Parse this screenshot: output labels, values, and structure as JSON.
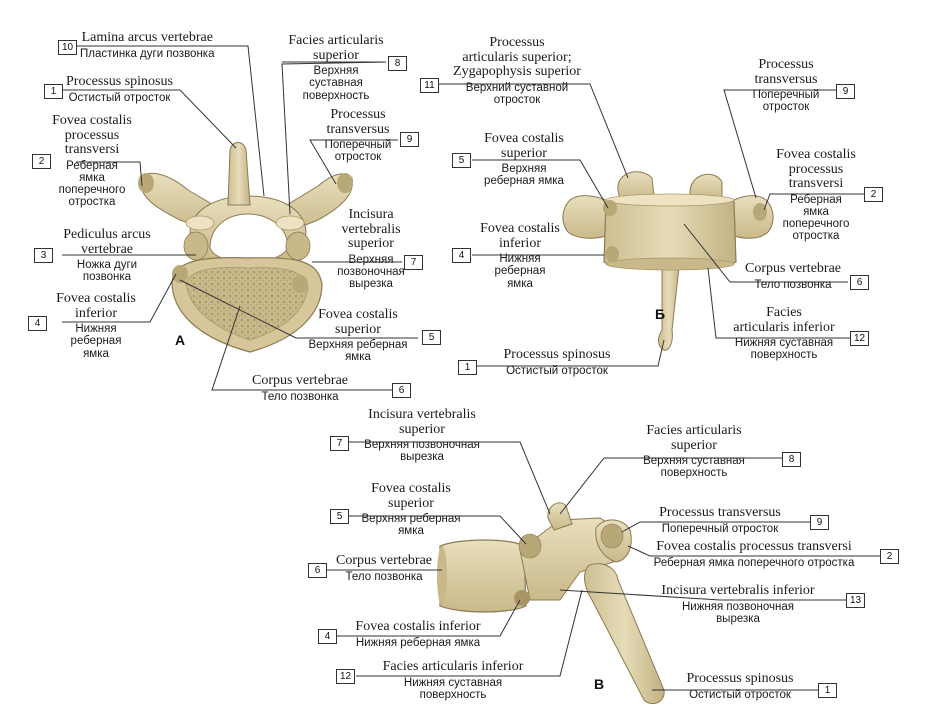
{
  "views": {
    "a": "А",
    "b": "Б",
    "c": "В"
  },
  "labels": {
    "a_lamina": {
      "num": "10",
      "lat": "Lamina arcus vertebrae",
      "ru": "Пластинка дуги позвонка"
    },
    "a_spinosus": {
      "num": "1",
      "lat": "Processus spinosus",
      "ru": "Остистый отросток"
    },
    "a_fovea_trans": {
      "num": "2",
      "lat1": "Fovea costalis",
      "lat2": "processus",
      "lat3": "transversi",
      "ru1": "Реберная",
      "ru2": "ямка",
      "ru3": "поперечного",
      "ru4": "отростка"
    },
    "a_pediculus": {
      "num": "3",
      "lat1": "Pediculus arcus",
      "lat2": "vertebrae",
      "ru1": "Ножка дуги",
      "ru2": "позвонка"
    },
    "a_fovea_inf": {
      "num": "4",
      "lat1": "Fovea costalis",
      "lat2": "inferior",
      "ru1": "Нижняя",
      "ru2": "реберная",
      "ru3": "ямка"
    },
    "a_facies_sup": {
      "num": "8",
      "lat1": "Facies articularis",
      "lat2": "superior",
      "ru1": "Верхняя",
      "ru2": "суставная",
      "ru3": "поверхность"
    },
    "a_transversus": {
      "num": "9",
      "lat1": "Processus",
      "lat2": "transversus",
      "ru1": "Поперечный",
      "ru2": "отросток"
    },
    "a_incisura": {
      "num": "7",
      "lat1": "Incisura",
      "lat2": "vertebralis",
      "lat3": "superior",
      "ru1": "Верхняя",
      "ru2": "позвоночная",
      "ru3": "вырезка"
    },
    "a_fovea_sup": {
      "num": "5",
      "lat1": "Fovea costalis",
      "lat2": "superior",
      "ru1": "Верхняя реберная",
      "ru2": "ямка"
    },
    "a_corpus": {
      "num": "6",
      "lat": "Corpus vertebrae",
      "ru": "Тело позвонка"
    },
    "b_proc_art": {
      "num": "11",
      "lat1": "Processus",
      "lat2": "articularis superior;",
      "lat3": "Zygapophysis superior",
      "ru1": "Верхний суставной",
      "ru2": "отросток"
    },
    "b_fovea_sup": {
      "num": "5",
      "lat1": "Fovea costalis",
      "lat2": "superior",
      "ru1": "Верхняя",
      "ru2": "реберная ямка"
    },
    "b_fovea_inf": {
      "num": "4",
      "lat1": "Fovea costalis",
      "lat2": "inferior",
      "ru1": "Нижняя",
      "ru2": "реберная",
      "ru3": "ямка"
    },
    "b_spinosus": {
      "num": "1",
      "lat": "Processus spinosus",
      "ru": "Остистый отросток"
    },
    "b_transversus": {
      "num": "9",
      "lat1": "Processus",
      "lat2": "transversus",
      "ru1": "Поперечный",
      "ru2": "отросток"
    },
    "b_fovea_trans": {
      "num": "2",
      "lat1": "Fovea costalis",
      "lat2": "processus",
      "lat3": "transversi",
      "ru1": "Реберная",
      "ru2": "ямка",
      "ru3": "поперечного",
      "ru4": "отростка"
    },
    "b_corpus": {
      "num": "6",
      "lat": "Corpus vertebrae",
      "ru": "Тело позвонка"
    },
    "b_facies_inf": {
      "num": "12",
      "lat1": "Facies",
      "lat2": "articularis inferior",
      "ru1": "Нижняя суставная",
      "ru2": "поверхность"
    },
    "c_incisura_sup": {
      "num": "7",
      "lat1": "Incisura vertebralis",
      "lat2": "superior",
      "ru1": "Верхняя позвоночная",
      "ru2": "вырезка"
    },
    "c_fovea_sup": {
      "num": "5",
      "lat1": "Fovea costalis",
      "lat2": "superior",
      "ru1": "Верхняя реберная",
      "ru2": "ямка"
    },
    "c_corpus": {
      "num": "6",
      "lat": "Corpus vertebrae",
      "ru": "Тело позвонка"
    },
    "c_fovea_inf": {
      "num": "4",
      "lat": "Fovea costalis inferior",
      "ru": "Нижняя реберная ямка"
    },
    "c_facies_inf": {
      "num": "12",
      "lat": "Facies articularis inferior",
      "ru1": "Нижняя суставная",
      "ru2": "поверхность"
    },
    "c_facies_sup": {
      "num": "8",
      "lat1": "Facies articularis",
      "lat2": "superior",
      "ru1": "Верхняя суставная",
      "ru2": "поверхность"
    },
    "c_transversus": {
      "num": "9",
      "lat": "Processus transversus",
      "ru": "Поперечный отросток"
    },
    "c_fovea_trans": {
      "num": "2",
      "lat": "Fovea costalis processus transversi",
      "ru": "Реберная ямка поперечного отростка"
    },
    "c_incisura_inf": {
      "num": "13",
      "lat": "Incisura vertebralis inferior",
      "ru1": "Нижняя позвоночная",
      "ru2": "вырезка"
    },
    "c_spinosus": {
      "num": "1",
      "lat": "Processus spinosus",
      "ru": "Остистый отросток"
    }
  },
  "colors": {
    "bone": "#dccfa6",
    "bone_shade": "#b8a878",
    "bone_dark": "#8c7a52",
    "line": "#333333"
  }
}
